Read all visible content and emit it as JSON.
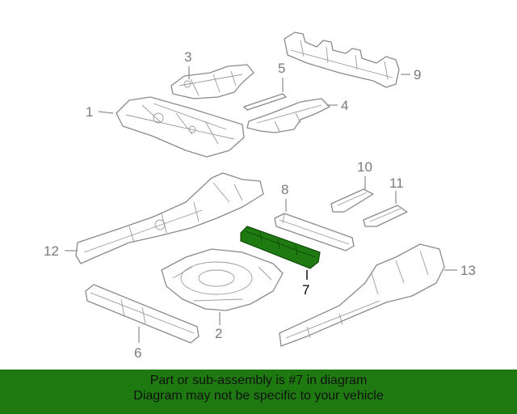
{
  "colors": {
    "banner_bg": "#1e7a10",
    "highlight_part": "#1f7a12",
    "part_stroke": "#8a8a8a",
    "label_gray": "#7a7a7a",
    "label_highlight": "#000000"
  },
  "callouts": {
    "c1": "1",
    "c2": "2",
    "c3": "3",
    "c4": "4",
    "c5": "5",
    "c6": "6",
    "c7": "7",
    "c8": "8",
    "c9": "9",
    "c10": "10",
    "c11": "11",
    "c12": "12",
    "c13": "13"
  },
  "highlighted_callout": "7",
  "banner": {
    "line1": "Part or sub-assembly is #7 in diagram",
    "line2": "Diagram may not be specific to your vehicle"
  }
}
